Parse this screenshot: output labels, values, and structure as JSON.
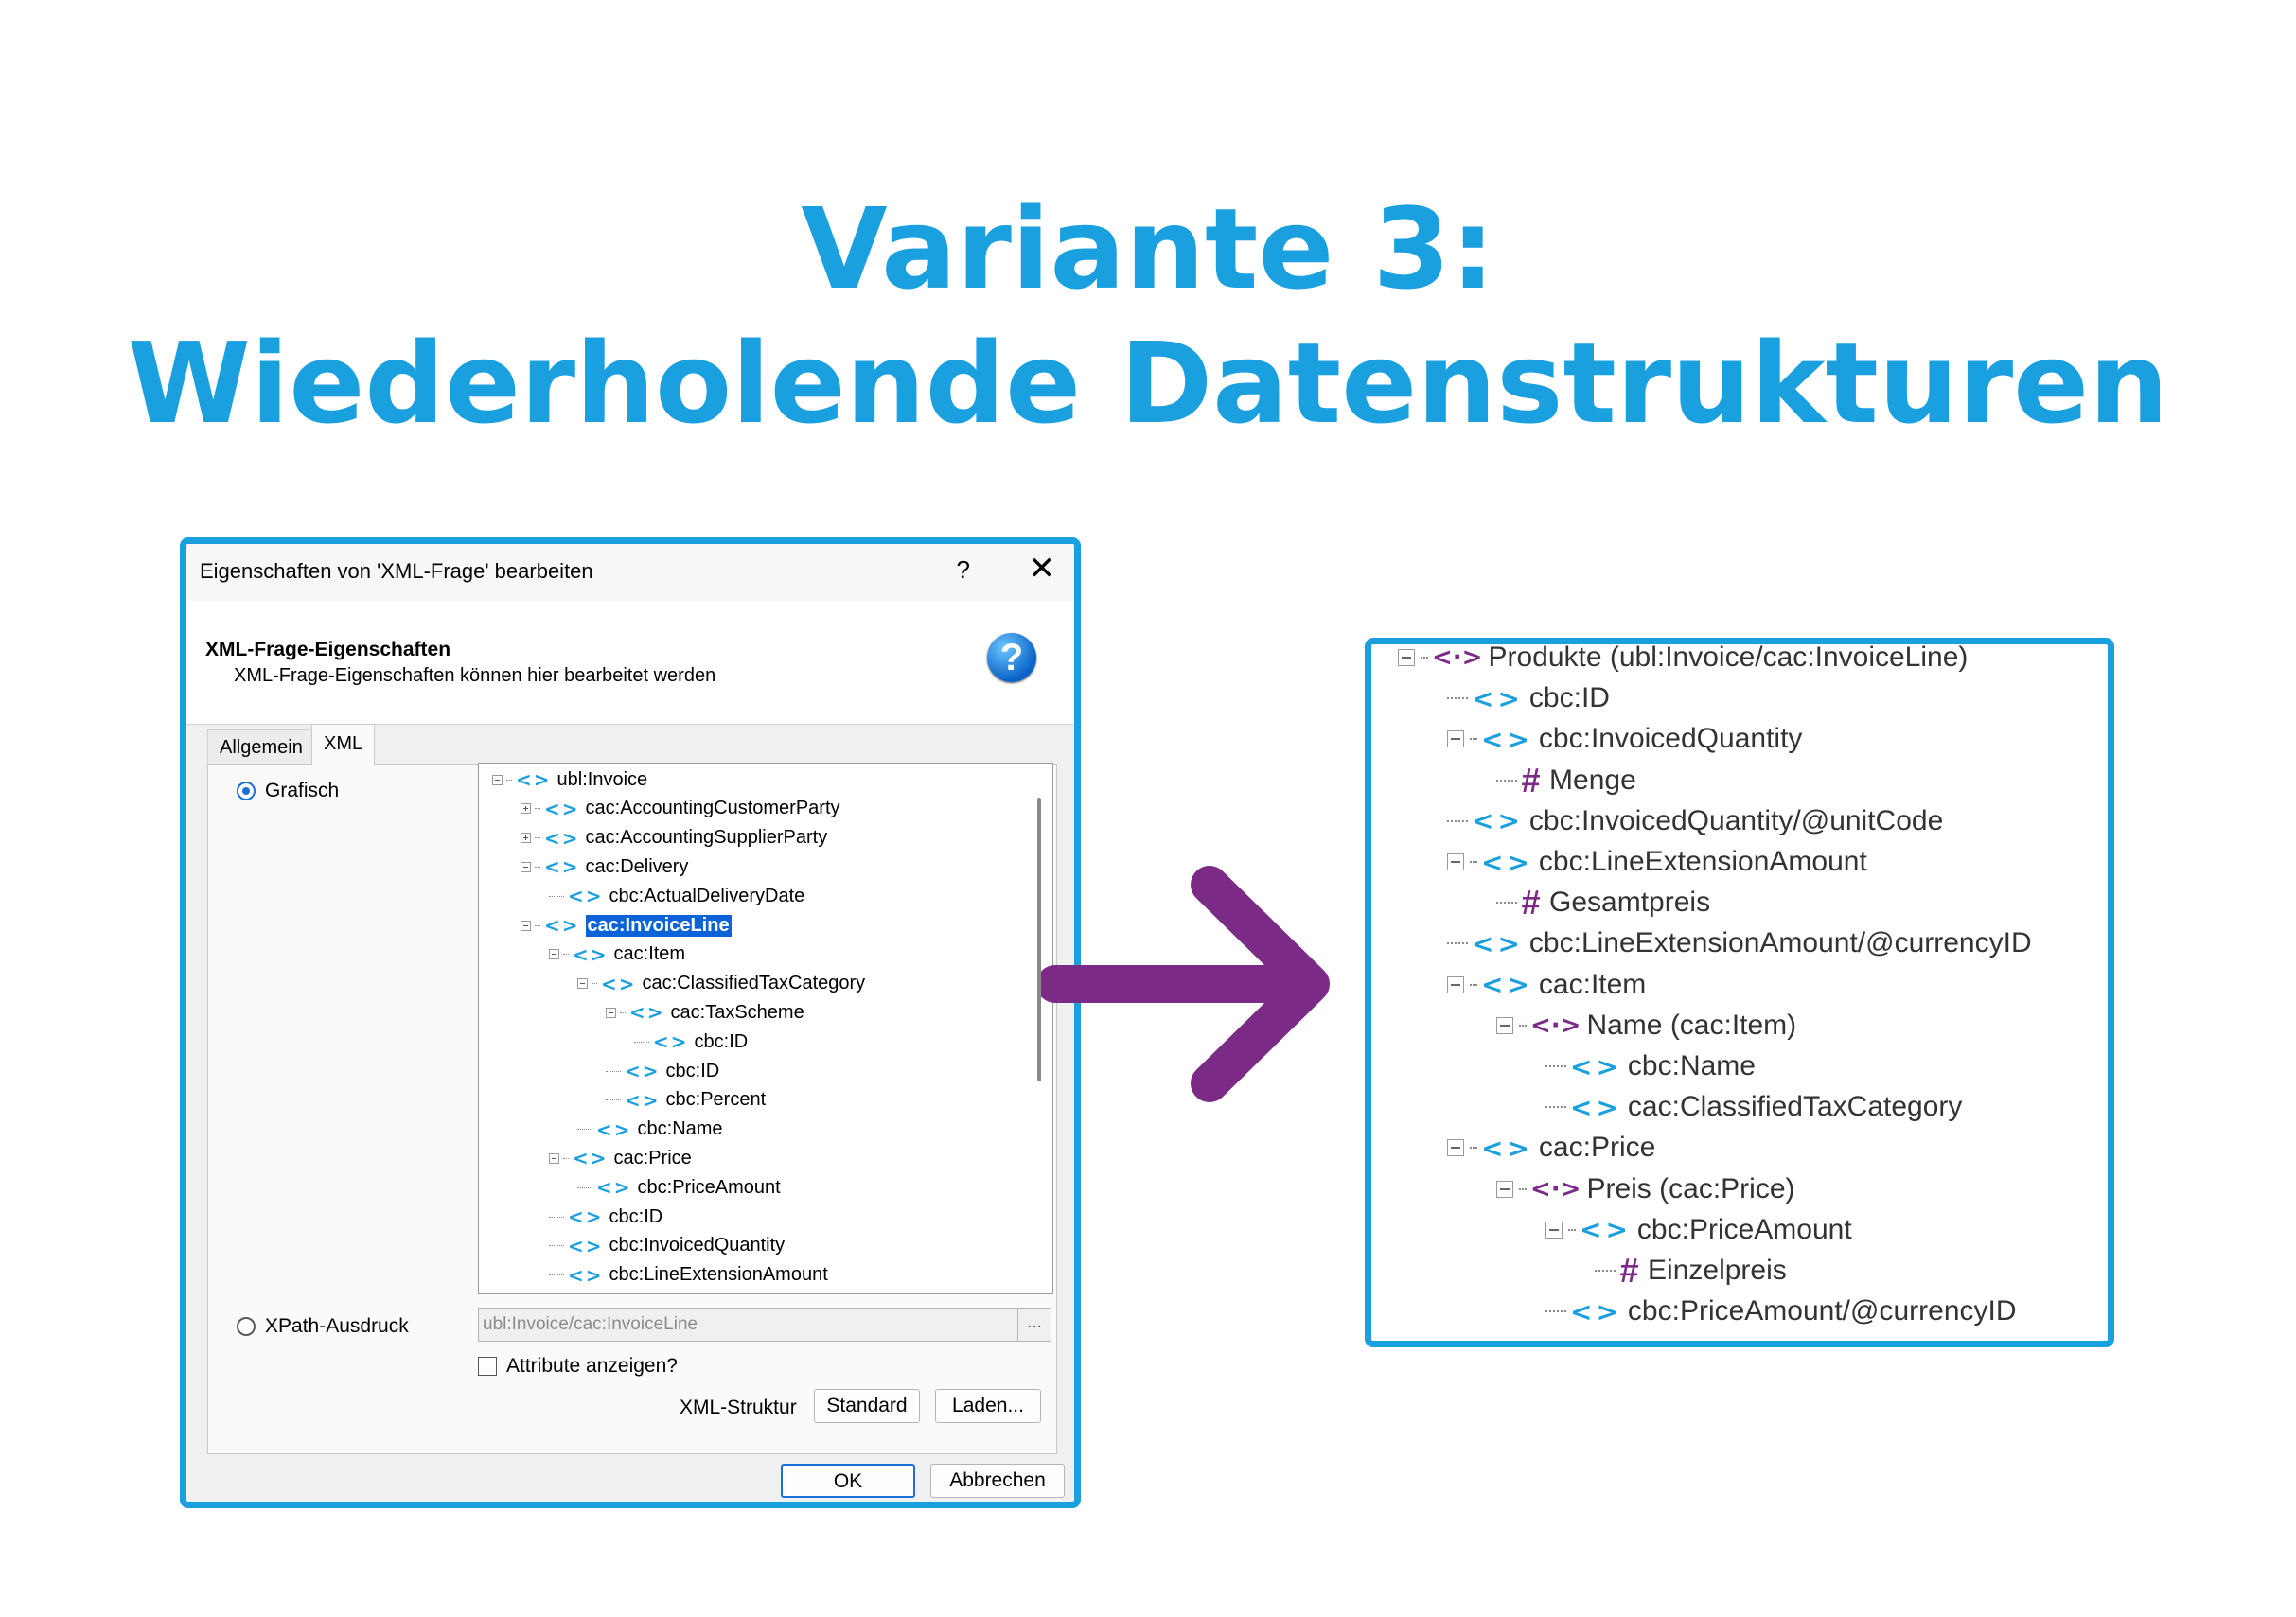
{
  "title": {
    "line1": "Variante 3:",
    "line2": "Wiederholende Datenstrukturen"
  },
  "colors": {
    "accent": "#1a9fdf",
    "arrow": "#7b2a86",
    "selection": "#0a64d8"
  },
  "dialog": {
    "window_title": "Eigenschaften von 'XML-Frage' bearbeiten",
    "help_button": "?",
    "close_button": "✕",
    "header_title": "XML-Frage-Eigenschaften",
    "header_subtitle": "XML-Frage-Eigenschaften können hier bearbeitet werden",
    "help_icon_glyph": "?",
    "tabs": [
      "Allgemein",
      "XML"
    ],
    "radio_graphic": "Grafisch",
    "radio_xpath": "XPath-Ausdruck",
    "tree": [
      {
        "label": "ubl:Invoice",
        "expander": "minus",
        "icon": "element"
      },
      {
        "label": "cac:AccountingCustomerParty",
        "expander": "plus",
        "icon": "element"
      },
      {
        "label": "cac:AccountingSupplierParty",
        "expander": "plus",
        "icon": "element"
      },
      {
        "label": "cac:Delivery",
        "expander": "minus",
        "icon": "element"
      },
      {
        "label": "cbc:ActualDeliveryDate",
        "expander": "none",
        "icon": "element"
      },
      {
        "label": "cac:InvoiceLine",
        "expander": "minus",
        "icon": "element",
        "selected": true
      },
      {
        "label": "cac:Item",
        "expander": "minus",
        "icon": "element"
      },
      {
        "label": "cac:ClassifiedTaxCategory",
        "expander": "minus",
        "icon": "element"
      },
      {
        "label": "cac:TaxScheme",
        "expander": "minus",
        "icon": "element"
      },
      {
        "label": "cbc:ID",
        "expander": "none",
        "icon": "element"
      },
      {
        "label": "cbc:ID",
        "expander": "none",
        "icon": "element"
      },
      {
        "label": "cbc:Percent",
        "expander": "none",
        "icon": "element"
      },
      {
        "label": "cbc:Name",
        "expander": "none",
        "icon": "element"
      },
      {
        "label": "cac:Price",
        "expander": "minus",
        "icon": "element"
      },
      {
        "label": "cbc:PriceAmount",
        "expander": "none",
        "icon": "element"
      },
      {
        "label": "cbc:ID",
        "expander": "none",
        "icon": "element"
      },
      {
        "label": "cbc:InvoicedQuantity",
        "expander": "none",
        "icon": "element"
      },
      {
        "label": "cbc:LineExtensionAmount",
        "expander": "none",
        "icon": "element"
      }
    ],
    "xpath_value": "ubl:Invoice/cac:InvoiceLine",
    "xpath_button": "...",
    "show_attributes_label": "Attribute anzeigen?",
    "xml_structure_label": "XML-Struktur",
    "standard_button": "Standard",
    "load_button": "Laden...",
    "ok_button": "OK",
    "cancel_button": "Abbrechen"
  },
  "result_tree": [
    {
      "label": "Produkte (ubl:Invoice/cac:InvoiceLine)",
      "expander": "minus",
      "icon": "group"
    },
    {
      "label": "cbc:ID",
      "expander": "none",
      "icon": "element"
    },
    {
      "label": "cbc:InvoicedQuantity",
      "expander": "minus",
      "icon": "element"
    },
    {
      "label": "Menge",
      "expander": "none",
      "icon": "value"
    },
    {
      "label": "cbc:InvoicedQuantity/@unitCode",
      "expander": "none",
      "icon": "element"
    },
    {
      "label": "cbc:LineExtensionAmount",
      "expander": "minus",
      "icon": "element"
    },
    {
      "label": "Gesamtpreis",
      "expander": "none",
      "icon": "value"
    },
    {
      "label": "cbc:LineExtensionAmount/@currencyID",
      "expander": "none",
      "icon": "element"
    },
    {
      "label": "cac:Item",
      "expander": "minus",
      "icon": "element"
    },
    {
      "label": "Name (cac:Item)",
      "expander": "minus",
      "icon": "group"
    },
    {
      "label": "cbc:Name",
      "expander": "none",
      "icon": "element"
    },
    {
      "label": "cac:ClassifiedTaxCategory",
      "expander": "none",
      "icon": "element"
    },
    {
      "label": "cac:Price",
      "expander": "minus",
      "icon": "element"
    },
    {
      "label": "Preis (cac:Price)",
      "expander": "minus",
      "icon": "group"
    },
    {
      "label": "cbc:PriceAmount",
      "expander": "minus",
      "icon": "element"
    },
    {
      "label": "Einzelpreis",
      "expander": "none",
      "icon": "value"
    },
    {
      "label": "cbc:PriceAmount/@currencyID",
      "expander": "none",
      "icon": "element"
    }
  ]
}
